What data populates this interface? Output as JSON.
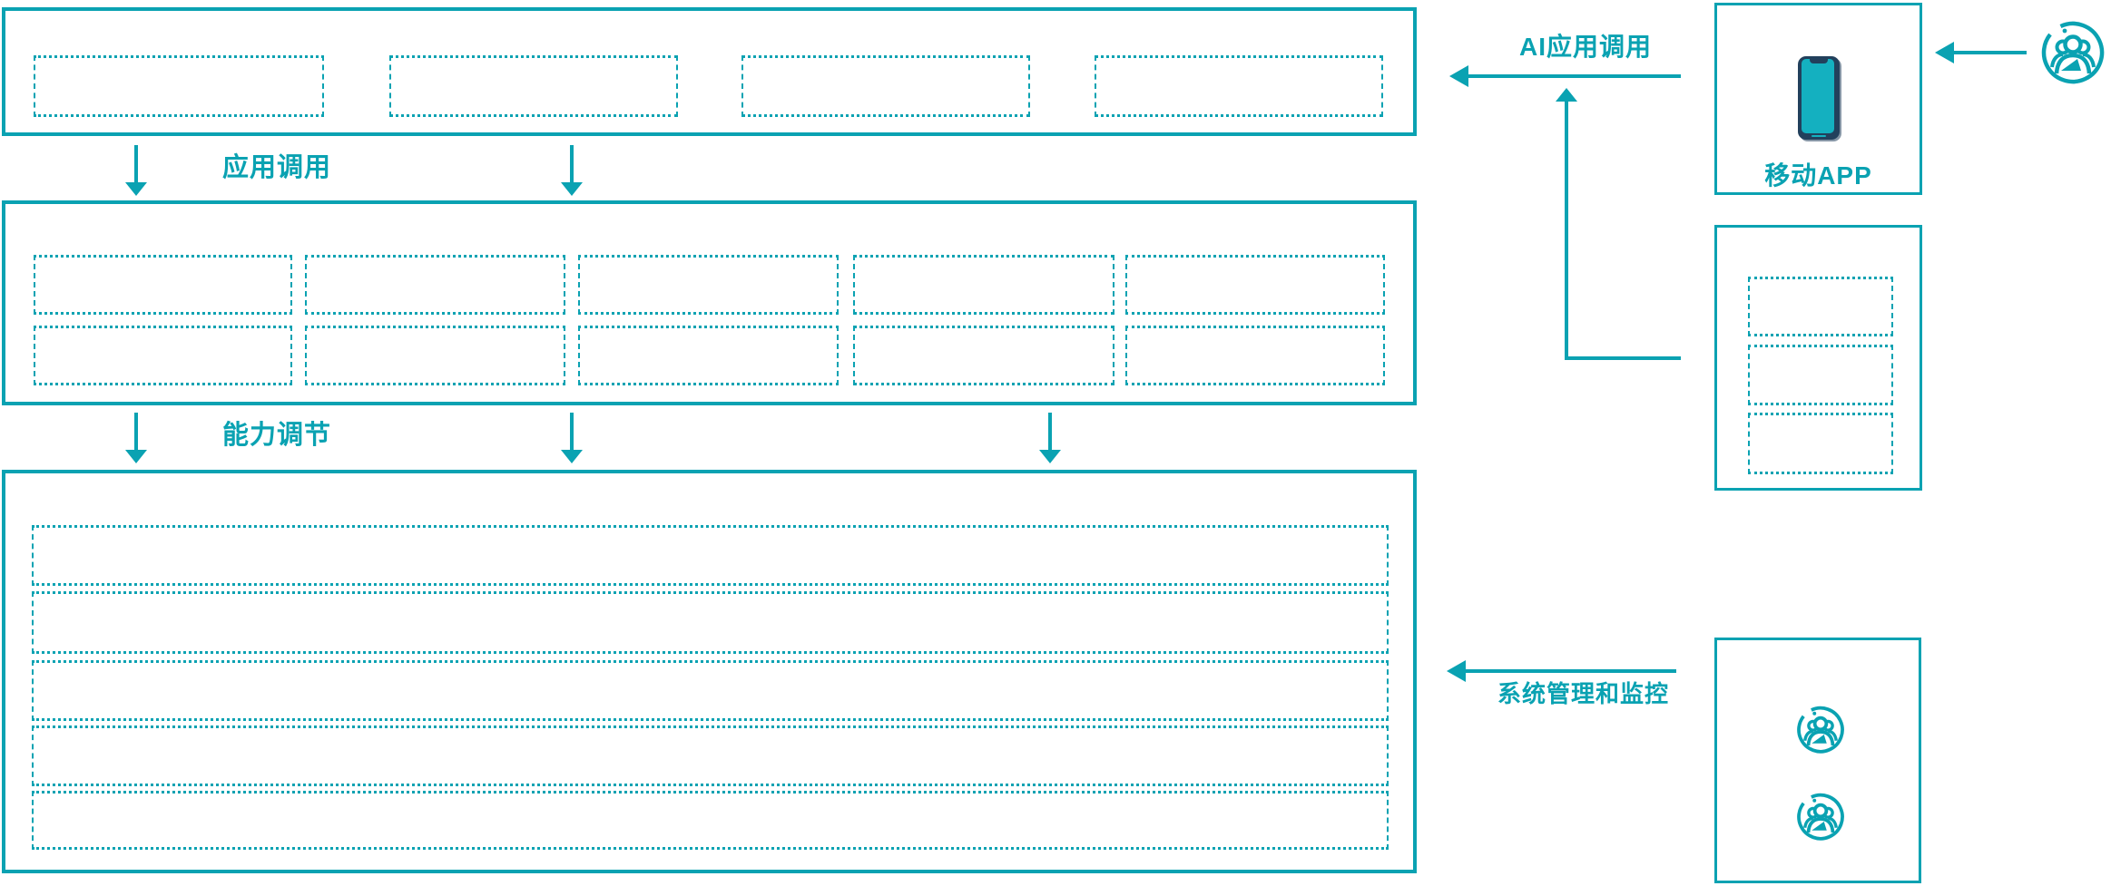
{
  "diagram": {
    "labels": {
      "app_call": "应用调用",
      "capability_adjust": "能力调节",
      "ai_app_call": "AI应用调用",
      "mobile_app": "移动APP",
      "system_monitor": "系统管理和监控"
    },
    "colors": {
      "teal": "#0aa2b2",
      "navy": "#22405c",
      "phone_screen": "#14b0c0"
    },
    "icons": {
      "phone": "phone-icon",
      "users": "users-icon"
    }
  }
}
